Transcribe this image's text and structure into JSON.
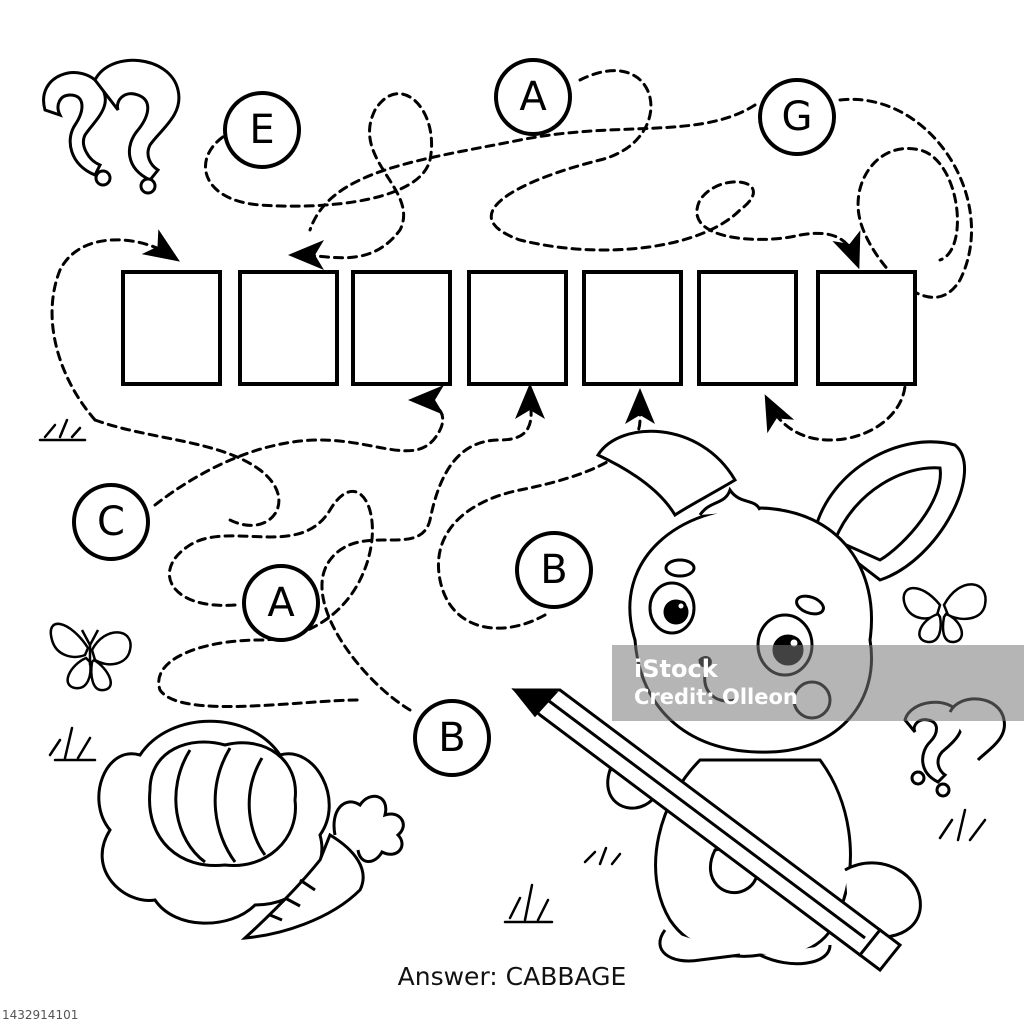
{
  "puzzle": {
    "letters": [
      "E",
      "A",
      "G",
      "C",
      "A",
      "B",
      "B"
    ],
    "answer_label": "Answer: CABBAGE"
  },
  "watermark": {
    "brand": "iStock",
    "credit": "Credit: Olleon"
  },
  "stock_id": "1432914101",
  "icons": [
    "question-marks-icon",
    "rabbit-icon",
    "pencil-icon",
    "cabbage-icon",
    "carrot-icon",
    "butterfly-icon",
    "grass-icon"
  ]
}
